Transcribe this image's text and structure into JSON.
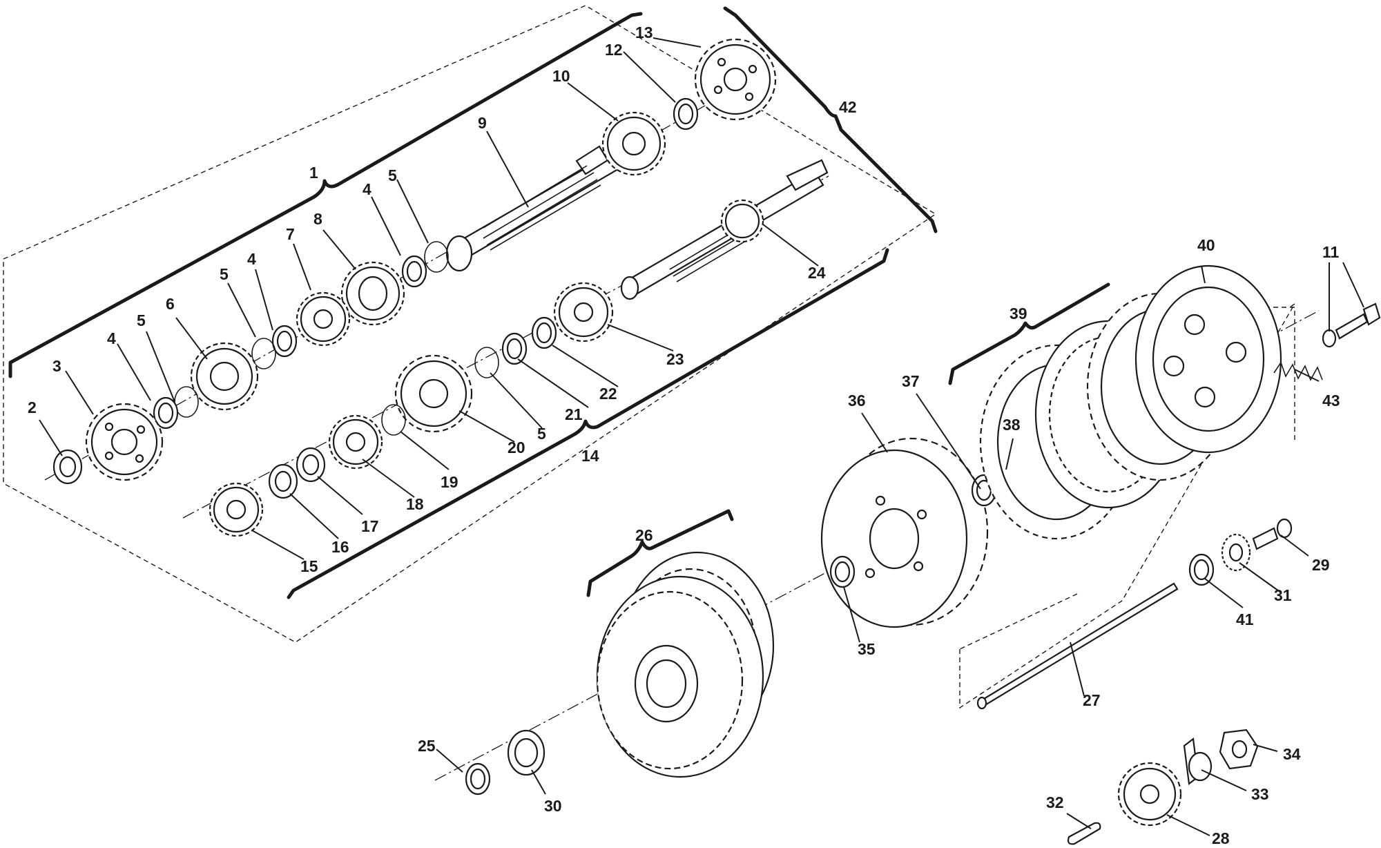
{
  "callouts": {
    "c1": "1",
    "c2": "2",
    "c3": "3",
    "c4a": "4",
    "c4b": "4",
    "c4c": "4",
    "c5a": "5",
    "c5b": "5",
    "c5c": "5",
    "c5d": "5",
    "c6": "6",
    "c7": "7",
    "c8": "8",
    "c9": "9",
    "c10": "10",
    "c11": "11",
    "c12": "12",
    "c13": "13",
    "c14": "14",
    "c15": "15",
    "c16": "16",
    "c17": "17",
    "c18": "18",
    "c19": "19",
    "c20": "20",
    "c21": "21",
    "c22": "22",
    "c23": "23",
    "c24": "24",
    "c25": "25",
    "c26": "26",
    "c27": "27",
    "c28": "28",
    "c29": "29",
    "c30": "30",
    "c31": "31",
    "c32": "32",
    "c33": "33",
    "c34": "34",
    "c35": "35",
    "c36": "36",
    "c37": "37",
    "c38": "38",
    "c39": "39",
    "c40": "40",
    "c41": "41",
    "c42": "42",
    "c43": "43"
  }
}
